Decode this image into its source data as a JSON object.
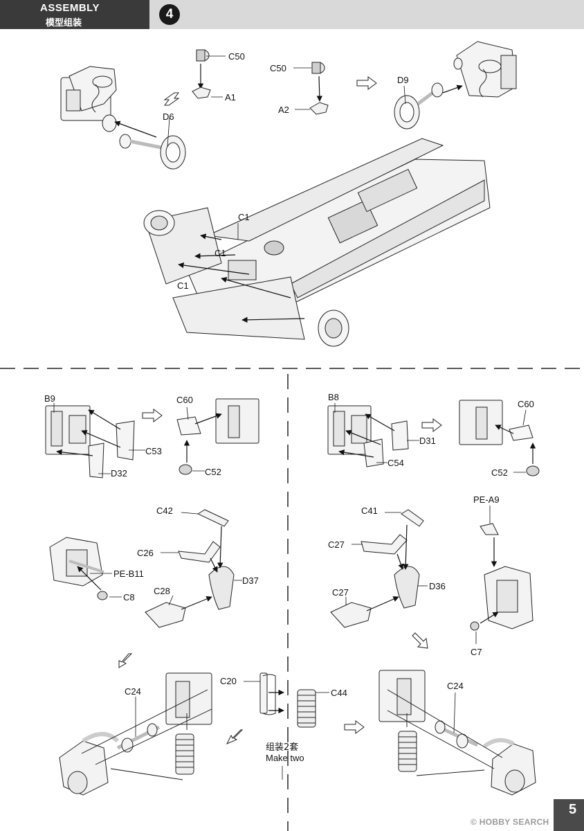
{
  "header": {
    "title_en": "ASSEMBLY",
    "title_zh": "模型组装",
    "step_number": "4"
  },
  "labels": {
    "c50_left": "C50",
    "a1": "A1",
    "c50_right": "C50",
    "a2": "A2",
    "d6": "D6",
    "d9": "D9",
    "c1_top": "C1",
    "c1_mid": "C1",
    "c1_bot": "C1",
    "b9": "B9",
    "c60_left": "C60",
    "c53": "C53",
    "d32": "D32",
    "c52_left": "C52",
    "b8": "B8",
    "c60_right": "C60",
    "d31": "D31",
    "c54": "C54",
    "c52_right": "C52",
    "c42": "C42",
    "c26": "C26",
    "pe_b11": "PE-B11",
    "d37": "D37",
    "c8": "C8",
    "c28": "C28",
    "c41": "C41",
    "pe_a9": "PE-A9",
    "c27_top": "C27",
    "d36": "D36",
    "c27_bot": "C27",
    "c7": "C7",
    "c24_left": "C24",
    "c20": "C20",
    "c44": "C44",
    "c24_right": "C24",
    "make_two_zh": "组装2套",
    "make_two_en": "Make two"
  },
  "footer": {
    "page_number": "5",
    "watermark": "© HOBBY SEARCH"
  }
}
